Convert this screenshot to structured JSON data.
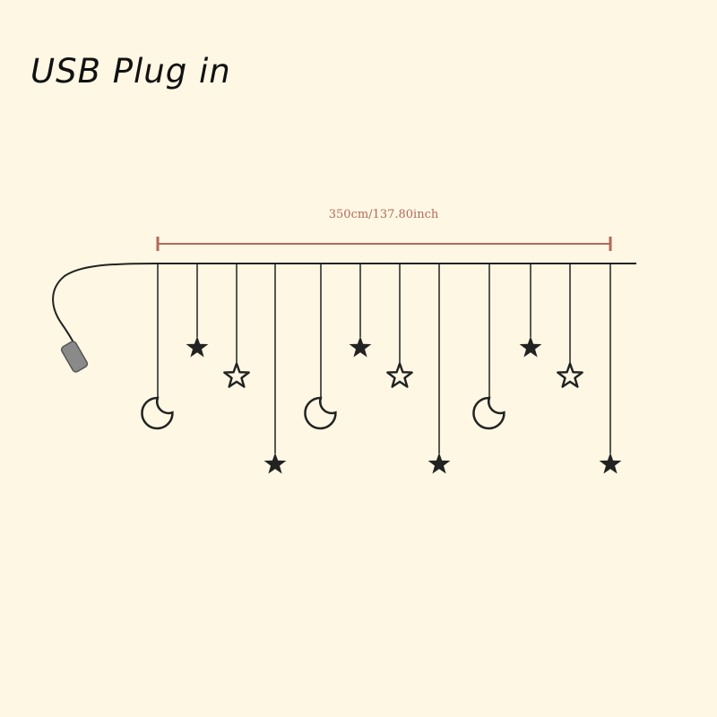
{
  "heading": "USB Plug in",
  "dimension_label": "350cm/137.80inch",
  "colors": {
    "background": "#fdf7e3",
    "line": "#222222",
    "dimension": "#b3695a",
    "usb_plug": "#8a8a8a"
  },
  "pendant_pattern": [
    "moon",
    "star-filled",
    "star-outline",
    "star-filled"
  ],
  "pendant_group_count": 3
}
